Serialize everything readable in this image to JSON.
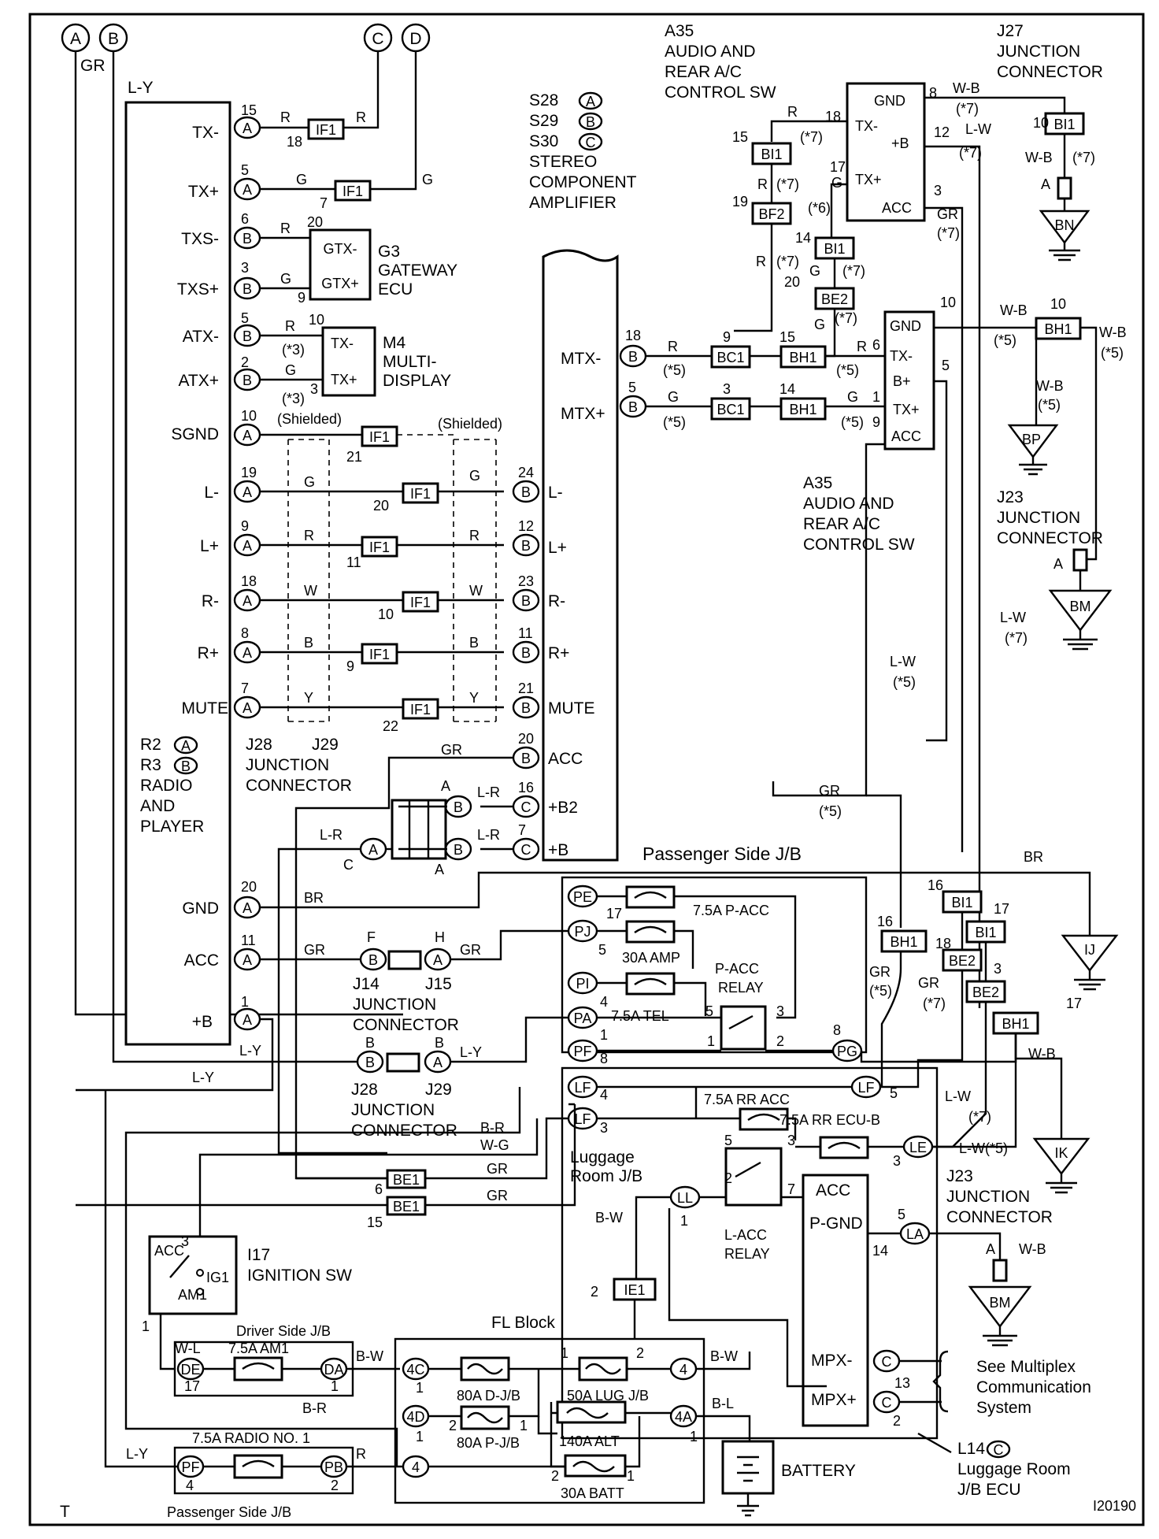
{
  "diagram_id": "I20190",
  "page_mark": "T",
  "top_connectors": [
    "A",
    "B",
    "C",
    "D"
  ],
  "top_wire_gr": "GR",
  "radio": {
    "label_lines": [
      "R2",
      "R3",
      "RADIO",
      "AND",
      "PLAYER"
    ],
    "r2_conn": "A",
    "r3_conn": "B",
    "wire_ly": "L-Y",
    "pins": [
      {
        "name": "TX-",
        "pin": "15",
        "conn": "A"
      },
      {
        "name": "TX+",
        "pin": "5",
        "conn": "A"
      },
      {
        "name": "TXS-",
        "pin": "6",
        "conn": "B"
      },
      {
        "name": "TXS+",
        "pin": "3",
        "conn": "B"
      },
      {
        "name": "ATX-",
        "pin": "5",
        "conn": "B"
      },
      {
        "name": "ATX+",
        "pin": "2",
        "conn": "B"
      },
      {
        "name": "SGND",
        "pin": "10",
        "conn": "A"
      },
      {
        "name": "L-",
        "pin": "19",
        "conn": "A"
      },
      {
        "name": "L+",
        "pin": "9",
        "conn": "A"
      },
      {
        "name": "R-",
        "pin": "18",
        "conn": "A"
      },
      {
        "name": "R+",
        "pin": "8",
        "conn": "A"
      },
      {
        "name": "MUTE",
        "pin": "7",
        "conn": "A"
      },
      {
        "name": "GND",
        "pin": "20",
        "conn": "A"
      },
      {
        "name": "ACC",
        "pin": "11",
        "conn": "A"
      },
      {
        "name": "+B",
        "pin": "1",
        "conn": "A"
      }
    ]
  },
  "amplifier": {
    "label_lines": [
      "S28",
      "S29",
      "S30",
      "STEREO",
      "COMPONENT",
      "AMPLIFIER"
    ],
    "s28": "A",
    "s29": "B",
    "s30": "C",
    "pins_left": [
      {
        "name": "L-",
        "pin": "24",
        "conn": "B",
        "wire": "G",
        "jpin": "20"
      },
      {
        "name": "L+",
        "pin": "12",
        "conn": "B",
        "wire": "R",
        "jpin": "11"
      },
      {
        "name": "R-",
        "pin": "23",
        "conn": "B",
        "wire": "W",
        "jpin": "10"
      },
      {
        "name": "R+",
        "pin": "11",
        "conn": "B",
        "wire": "B",
        "jpin": "9"
      },
      {
        "name": "MUTE",
        "pin": "21",
        "conn": "B",
        "wire": "Y",
        "jpin": "22"
      },
      {
        "name": "ACC",
        "pin": "20",
        "conn": "B"
      },
      {
        "name": "+B2",
        "pin": "16",
        "conn": "C"
      },
      {
        "name": "+B",
        "pin": "7",
        "conn": "C"
      }
    ],
    "pins_right": [
      {
        "name": "MTX-",
        "pin": "18",
        "conn": "B",
        "wire": "R",
        "note": "(*5)"
      },
      {
        "name": "MTX+",
        "pin": "5",
        "conn": "B",
        "wire": "G",
        "note": "(*5)"
      }
    ]
  },
  "gateway": {
    "label_lines": [
      "G3",
      "GATEWAY",
      "ECU"
    ],
    "pins": [
      "GTX-",
      "GTX+"
    ],
    "pin_nums": [
      "20",
      "9"
    ]
  },
  "multi_display": {
    "label_lines": [
      "M4",
      "MULTI-",
      "DISPLAY"
    ],
    "pins": [
      "TX-",
      "TX+"
    ],
    "pin_nums": [
      "10",
      "3"
    ],
    "note": "(*3)"
  },
  "shielded": "(Shielded)",
  "junction_if1": "IF1",
  "if1_pins": {
    "tx_minus": "18",
    "tx_plus": "7",
    "sgnd": "21"
  },
  "j28_label_lines": [
    "J28",
    "J29",
    "JUNCTION",
    "CONNECTOR"
  ],
  "a35_top": {
    "label_lines": [
      "A35",
      "AUDIO AND",
      "REAR A/C",
      "CONTROL SW"
    ],
    "pins": [
      "GND",
      "TX-",
      "+B",
      "TX+",
      "ACC"
    ],
    "pin_nums": {
      "gnd": "8",
      "tx_minus": "18",
      "plus_b": "12",
      "tx_plus": "17",
      "acc": "3"
    }
  },
  "a35_mid": {
    "label_lines": [
      "A35",
      "AUDIO AND",
      "REAR A/C",
      "CONTROL SW"
    ],
    "pins": [
      "GND",
      "TX-",
      "B+",
      "TX+",
      "ACC"
    ],
    "pin_nums": {
      "gnd": "10",
      "tx_minus": "6",
      "b_plus": "5",
      "tx_plus": "1",
      "acc": "9"
    }
  },
  "j27": {
    "label_lines": [
      "J27",
      "JUNCTION",
      "CONNECTOR"
    ]
  },
  "j23_top": {
    "label_lines": [
      "J23",
      "JUNCTION",
      "CONNECTOR"
    ]
  },
  "j23_bottom": {
    "label_lines": [
      "J23",
      "JUNCTION",
      "CONNECTOR"
    ]
  },
  "grounds": [
    "BN",
    "BP",
    "BM",
    "IJ",
    "IK",
    "BM"
  ],
  "inline_connectors": [
    "BI1",
    "BF2",
    "BE2",
    "BC1",
    "BH1",
    "BI1",
    "BH1",
    "BE1",
    "BE1",
    "IE1"
  ],
  "passenger_jb": {
    "title": "Passenger Side J/B",
    "fuses": [
      "7.5A P-ACC",
      "30A AMP",
      "7.5A TEL"
    ],
    "relay": [
      "P-ACC",
      "RELAY"
    ],
    "conns": [
      "PE",
      "PJ",
      "PI",
      "PA",
      "PF",
      "PG"
    ]
  },
  "luggage_jb": {
    "title_lines": [
      "Luggage",
      "Room J/B"
    ],
    "fuses": [
      "7.5A RR ACC",
      "7.5A RR ECU-B"
    ],
    "relay": [
      "L-ACC",
      "RELAY"
    ],
    "conns": [
      "LF",
      "LF",
      "LL",
      "LF",
      "LE",
      "LA"
    ]
  },
  "ecu": {
    "pins": [
      "ACC",
      "P-GND",
      "MPX-",
      "MPX+"
    ],
    "label_lines": [
      "L14",
      "Luggage Room",
      "J/B ECU"
    ],
    "l14_conn": "C",
    "see_lines": [
      "See Multiplex",
      "Communication",
      "System"
    ]
  },
  "j14_label_lines": [
    "J14",
    "J15",
    "JUNCTION",
    "CONNECTOR"
  ],
  "j28b_label_lines": [
    "J28",
    "J29",
    "JUNCTION",
    "CONNECTOR"
  ],
  "ignition": {
    "label_lines": [
      "I17",
      "IGNITION SW"
    ],
    "pins": [
      "ACC",
      "IG1",
      "AM1"
    ]
  },
  "driver_jb": {
    "title": "Driver Side J/B",
    "fuse": "7.5A AM1",
    "conns": [
      "DE",
      "DA"
    ]
  },
  "fl_block": {
    "title": "FL Block",
    "fuses": [
      "80A D-J/B",
      "50A LUG J/B",
      "80A P-J/B",
      "140A ALT",
      "30A BATT"
    ],
    "conns": [
      "4C",
      "4D",
      "4",
      "4",
      "4A"
    ]
  },
  "battery": "BATTERY",
  "passenger_jb_bottom": {
    "title": "Passenger Side J/B",
    "fuse": "7.5A RADIO NO. 1",
    "conns": [
      "PF",
      "PB"
    ]
  },
  "wire_colors": [
    "GR",
    "L-Y",
    "R",
    "G",
    "W",
    "B",
    "Y",
    "L-R",
    "BR",
    "W-B",
    "L-W",
    "B-W",
    "B-R",
    "W-G",
    "W-L",
    "B-L"
  ],
  "notes": [
    "(*3)",
    "(*5)",
    "(*6)",
    "(*7)"
  ]
}
